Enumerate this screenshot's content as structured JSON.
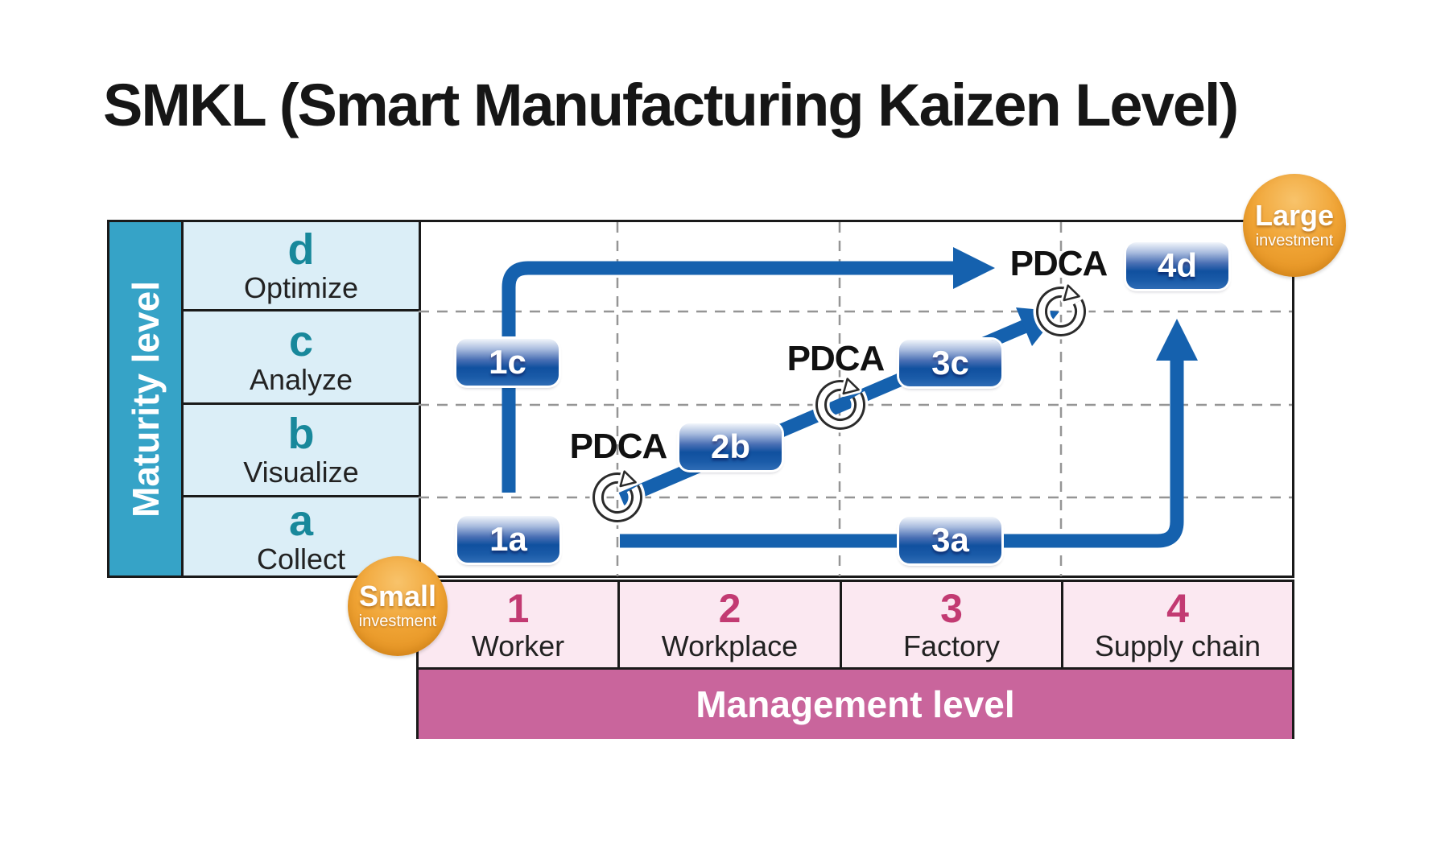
{
  "title": "SMKL (Smart Manufacturing Kaizen Level)",
  "maturity": {
    "axis_label": "Maturity level",
    "rows": [
      {
        "key": "d",
        "label": "Optimize"
      },
      {
        "key": "c",
        "label": "Analyze"
      },
      {
        "key": "b",
        "label": "Visualize"
      },
      {
        "key": "a",
        "label": "Collect"
      }
    ]
  },
  "management": {
    "axis_label": "Management level",
    "columns": [
      {
        "key": "1",
        "label": "Worker"
      },
      {
        "key": "2",
        "label": "Workplace"
      },
      {
        "key": "3",
        "label": "Factory"
      },
      {
        "key": "4",
        "label": "Supply chain"
      }
    ]
  },
  "badges": [
    {
      "id": "1a",
      "label": "1a"
    },
    {
      "id": "1c",
      "label": "1c"
    },
    {
      "id": "2b",
      "label": "2b"
    },
    {
      "id": "3a",
      "label": "3a"
    },
    {
      "id": "3c",
      "label": "3c"
    },
    {
      "id": "4d",
      "label": "4d"
    }
  ],
  "pdca_label": "PDCA",
  "investment": {
    "small": {
      "line1": "Small",
      "line2": "investment"
    },
    "large": {
      "line1": "Large",
      "line2": "investment"
    }
  },
  "colors": {
    "arrow_blue": "#1561ae",
    "sidebar_teal": "#36a3c7",
    "maturity_cell_blue": "#dbeef7",
    "maturity_letter_teal": "#18889b",
    "management_bar_pink": "#c9659c",
    "management_cell_pink": "#fbe8f1",
    "management_number_crimson": "#c23a72",
    "investment_orange": "#e8971f",
    "dash_gray": "#959595"
  }
}
